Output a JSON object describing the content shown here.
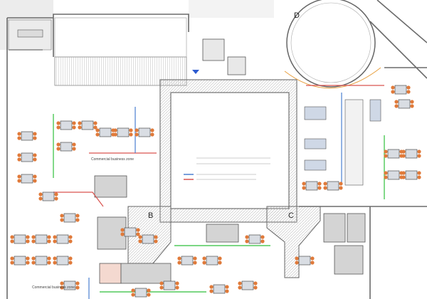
{
  "plan": {
    "zones": {
      "b": "B",
      "c": "C",
      "d": "D"
    },
    "labels": {
      "commercial_zone_upper": "Commercial business zone",
      "commercial_zone_lower": "Commercial business zone"
    },
    "colors": {
      "chair": "#e07a3a",
      "desk": "#d9dde3",
      "partition_green": "#2fbf3a",
      "partition_red": "#d9534f",
      "partition_blue": "#4a7fd0",
      "wall": "#6b6b6b"
    }
  }
}
